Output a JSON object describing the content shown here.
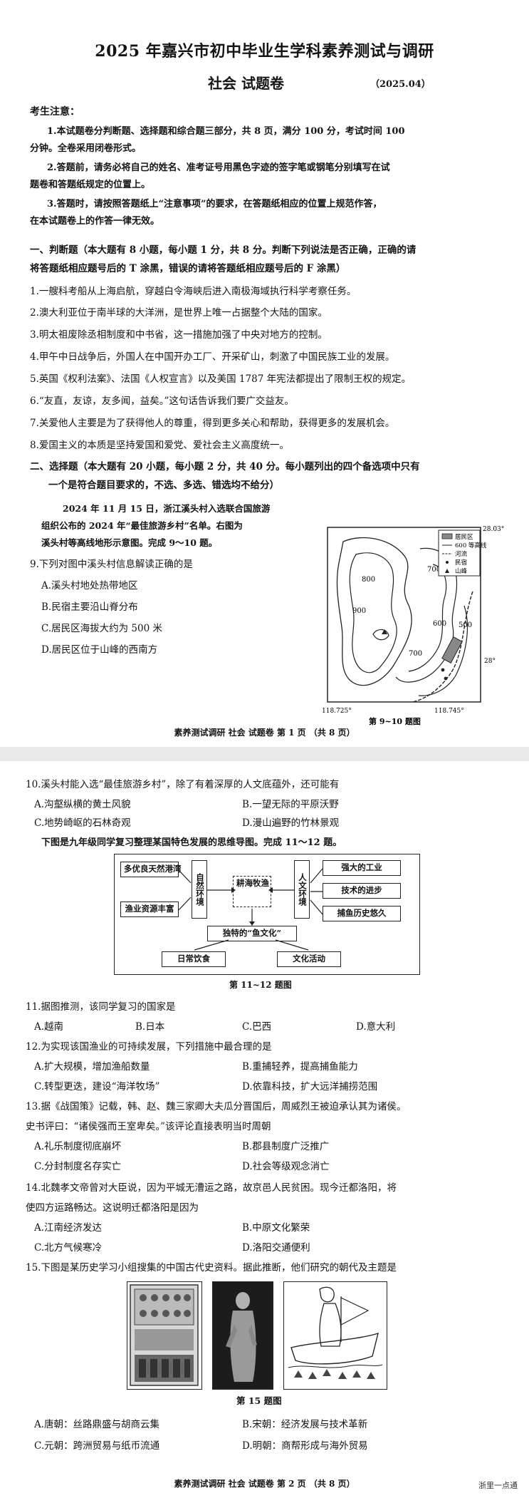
{
  "page1": {
    "title": "2025 年嘉兴市初中毕业生学科素养测试与调研",
    "subtitle": "社会  试题卷",
    "date": "（2025.04）",
    "notice": {
      "heading": "考生注意：",
      "line1": "1.本试题卷分判断题、选择题和综合题三部分，共 8 页，满分 100 分，考试时间 100",
      "line1b": "分钟。全卷采用闭卷形式。",
      "line2": "2.答题前，请务必将自己的姓名、准考证号用黑色字迹的签字笔或钢笔分别填写在试",
      "line2b": "题卷和答题纸规定的位置上。",
      "line3": "3.答题时，请按照答题纸上“注意事项”的要求，在答题纸相应的位置上规范作答，",
      "line3b": "在本试题卷上的作答一律无效。"
    },
    "section1": {
      "heading1": "一、判断题（本大题有 8 小题，每小题 1 分，共 8 分。判断下列说法是否正确，正确的请",
      "heading2": "将答题纸相应题号后的 T 涂黑，错误的请将答题纸相应题号后的 F 涂黑）",
      "items": [
        "1.一艘科考船从上海启航，穿越白令海峡后进入南极海域执行科学考察任务。",
        "2.澳大利亚位于南半球的大洋洲，是世界上唯一占据整个大陆的国家。",
        "3.明太祖废除丞相制度和中书省，这一措施加强了中央对地方的控制。",
        "4.甲午中日战争后，外国人在中国开办工厂、开采矿山，刺激了中国民族工业的发展。",
        "5.英国《权利法案》、法国《人权宣言》以及美国 1787 年宪法都提出了限制王权的规定。",
        "6.“友直，友谅，友多闻，益矣。”这句话告诉我们要广交益友。",
        "7.关爱他人主要是为了获得他人的尊重，得到更多关心和帮助，获得更多的发展机会。",
        "8.爱国主义的本质是坚持爱国和爱党、爱社会主义高度统一。"
      ]
    },
    "section2": {
      "heading1": "二、选择题（本大题有 20 小题，每小题 2 分，共 40 分。每小题列出的四个备选项中只有",
      "heading2": "一个是符合题目要求的，不选、多选、错选均不给分）"
    },
    "intro": {
      "line1": "2024 年 11 月 15 日，浙江溪头村入选联合国旅游",
      "line2": "组织公布的 2024 年“最佳旅游乡村”名单。右图为",
      "line3": "溪头村等高线地形示意图。完成 9～10 题。"
    },
    "q9": {
      "stem": "9.下列对图中溪头村信息解读正确的是",
      "options": [
        "A.溪头村地处热带地区",
        "B.民宿主要沿山脊分布",
        "C.居民区海拔大约为 500 米",
        "D.居民区位于山峰的西南方"
      ]
    },
    "map": {
      "lat_top": "28.03°",
      "lat_bottom": "28°",
      "lon_left": "118.725°",
      "lon_right": "118.745°",
      "contours": [
        "900",
        "800",
        "700",
        "700",
        "600",
        "500"
      ],
      "legend": [
        "居民区",
        "600 等高线",
        "河流",
        "民宿",
        "山峰"
      ],
      "caption": "第 9~10 题图"
    },
    "footer": "素养测试调研  社会  试题卷  第 1 页  （共 8 页）"
  },
  "page2": {
    "q10": {
      "stem": "10.溪头村能入选“最佳旅游乡村”，除了有着深厚的人文底蕴外，还可能有",
      "options": [
        "A.沟壑纵横的黄土风貌",
        "B.一望无际的平原沃野",
        "C.地势崎岖的石林奇观",
        "D.漫山遍野的竹林景观"
      ]
    },
    "intro11": "下图是九年级同学复习整理某国特色发展的思维导图。完成 11～12 题。",
    "mindmap": {
      "left1": "多优良天然港湾",
      "left2": "渔业资源丰富",
      "nature": "自然环境",
      "center": "耕海牧渔",
      "human": "人文环境",
      "right1": "强大的工业",
      "right2": "技术的进步",
      "right3": "捕鱼历史悠久",
      "culture": "独特的“鱼文化”",
      "bottom1": "日常饮食",
      "bottom2": "文化活动",
      "caption": "第 11~12 题图"
    },
    "q11": {
      "stem": "11.据图推测，该同学复习的国家是",
      "options": [
        "A.越南",
        "B.日本",
        "C.巴西",
        "D.意大利"
      ]
    },
    "q12": {
      "stem": "12.为实现该国渔业的可持续发展，下列措施中最合理的是",
      "options": [
        "A.扩大规模，增加渔船数量",
        "B.重捕轻养，提高捕鱼能力",
        "C.转型更迭，建设“海洋牧场”",
        "D.依靠科技，扩大远洋捕捞范围"
      ]
    },
    "q13": {
      "stem1": "13.据《战国策》记载，韩、赵、魏三家卿大夫瓜分晋国后，周威烈王被迫承认其为诸侯。",
      "stem2": "史书评曰：“诸侯强而王室卑矣。”该评论直接表明当时周朝",
      "options": [
        "A.礼乐制度彻底崩坏",
        "B.郡县制度广泛推广",
        "C.分封制度名存实亡",
        "D.社会等级观念消亡"
      ]
    },
    "q14": {
      "stem1": "14.北魏孝文帝曾对大臣说，因为平城无漕运之路，故京邑人民贫困。现今迁都洛阳，将",
      "stem2": "使四方运路畅达。这说明迁都洛阳是因为",
      "options": [
        "A.江南经济发达",
        "B.中原文化繁荣",
        "C.北方气候寒冷",
        "D.洛阳交通便利"
      ]
    },
    "q15": {
      "stem": "15.下图是某历史学习小组搜集的中国古代史资料。据此推断，他们研究的朝代及主题是",
      "caption": "第 15 题图",
      "options": [
        {
          "label": "A.唐朝：",
          "text": "丝路鼎盛与胡商云集"
        },
        {
          "label": "B.宋朝：",
          "text": "经济发展与技术革新"
        },
        {
          "label": "C.元朝：",
          "text": "跨洲贸易与纸币流通"
        },
        {
          "label": "D.明朝：",
          "text": "商帮形成与海外贸易"
        }
      ]
    },
    "footer": "素养测试调研  社会  试题卷  第 2 页  （共 8 页）",
    "watermark": "浙里一点通"
  }
}
